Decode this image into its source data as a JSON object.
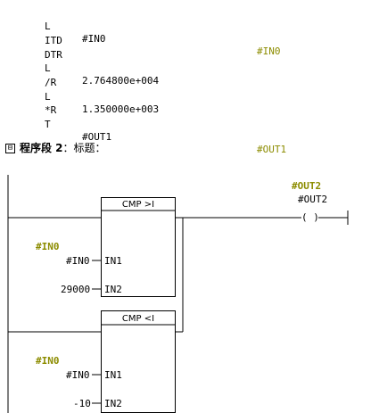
{
  "stl": [
    {
      "op": "L",
      "arg": "#IN0",
      "comment": "#IN0"
    },
    {
      "op": "ITD",
      "arg": "",
      "comment": ""
    },
    {
      "op": "DTR",
      "arg": "",
      "comment": ""
    },
    {
      "op": "L",
      "arg": "2.764800e+004",
      "comment": ""
    },
    {
      "op": "/R",
      "arg": "",
      "comment": ""
    },
    {
      "op": "L",
      "arg": "1.350000e+003",
      "comment": ""
    },
    {
      "op": "*R",
      "arg": "",
      "comment": ""
    },
    {
      "op": "T",
      "arg": "#OUT1",
      "comment": "#OUT1"
    }
  ],
  "network": {
    "toggle": "⊟",
    "label": "程序段 2",
    "title": "：标题："
  },
  "block1": {
    "title": "CMP >I",
    "in1_label": "IN1",
    "in2_label": "IN2",
    "in1_symbol": "#IN0",
    "in1_operand": "#IN0",
    "in2_operand": "29000"
  },
  "block2": {
    "title": "CMP <I",
    "in1_label": "IN1",
    "in2_label": "IN2",
    "in1_symbol": "#IN0",
    "in1_operand": "#IN0",
    "in2_operand": "-10"
  },
  "coil": {
    "symbol": "#OUT2",
    "operand": "#OUT2",
    "glyph": "( )"
  },
  "colors": {
    "symbol": "#8c8c00",
    "wire": "#000000"
  }
}
